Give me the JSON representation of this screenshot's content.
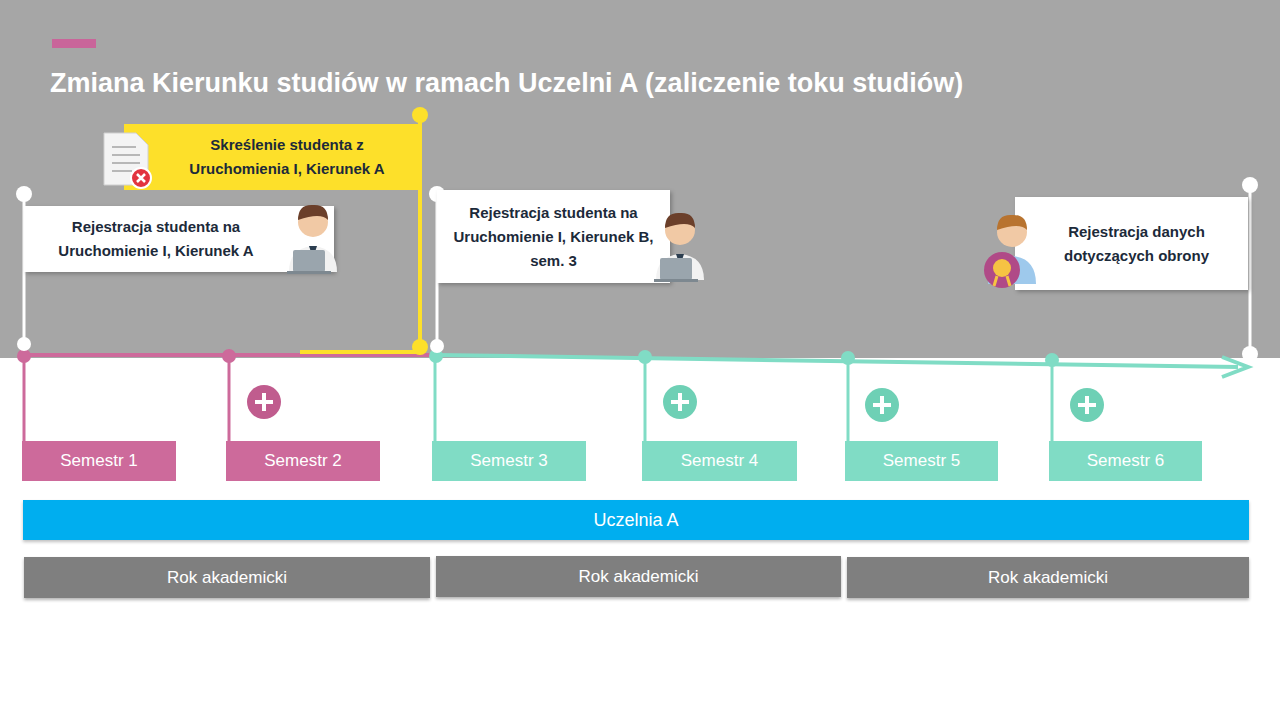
{
  "diagram": {
    "title": "Zmiana Kierunku studiów w ramach Uczelni A (zaliczenie toku studiów)",
    "nodes": [
      {
        "text": [
          "Skreślenie studenta z Uruchomienia I, Kierunek A"
        ]
      },
      {
        "text": [
          "Rejestracja studenta na Uruchomienie I, Kierunek A"
        ]
      },
      {
        "text": [
          "Rejestracja studenta na Uruchomienie I, Kierunek B, sem. 3"
        ]
      },
      {
        "text": [
          "Rejestracja danych dotyczących obrony"
        ]
      },
      {
        "text": [
          "Semestr 1"
        ]
      },
      {
        "text": [
          "Semestr 2"
        ]
      },
      {
        "text": [
          "Semestr 3"
        ]
      },
      {
        "text": [
          "Semestr 4"
        ]
      },
      {
        "text": [
          "Semestr 5"
        ]
      },
      {
        "text": [
          "Semestr 6"
        ]
      },
      {
        "text": [
          "Uczelnia A"
        ]
      },
      {
        "text": [
          "Rok akademicki"
        ]
      },
      {
        "text": [
          "Rok akademicki"
        ]
      },
      {
        "text": [
          "Rok akademicki"
        ]
      }
    ]
  }
}
